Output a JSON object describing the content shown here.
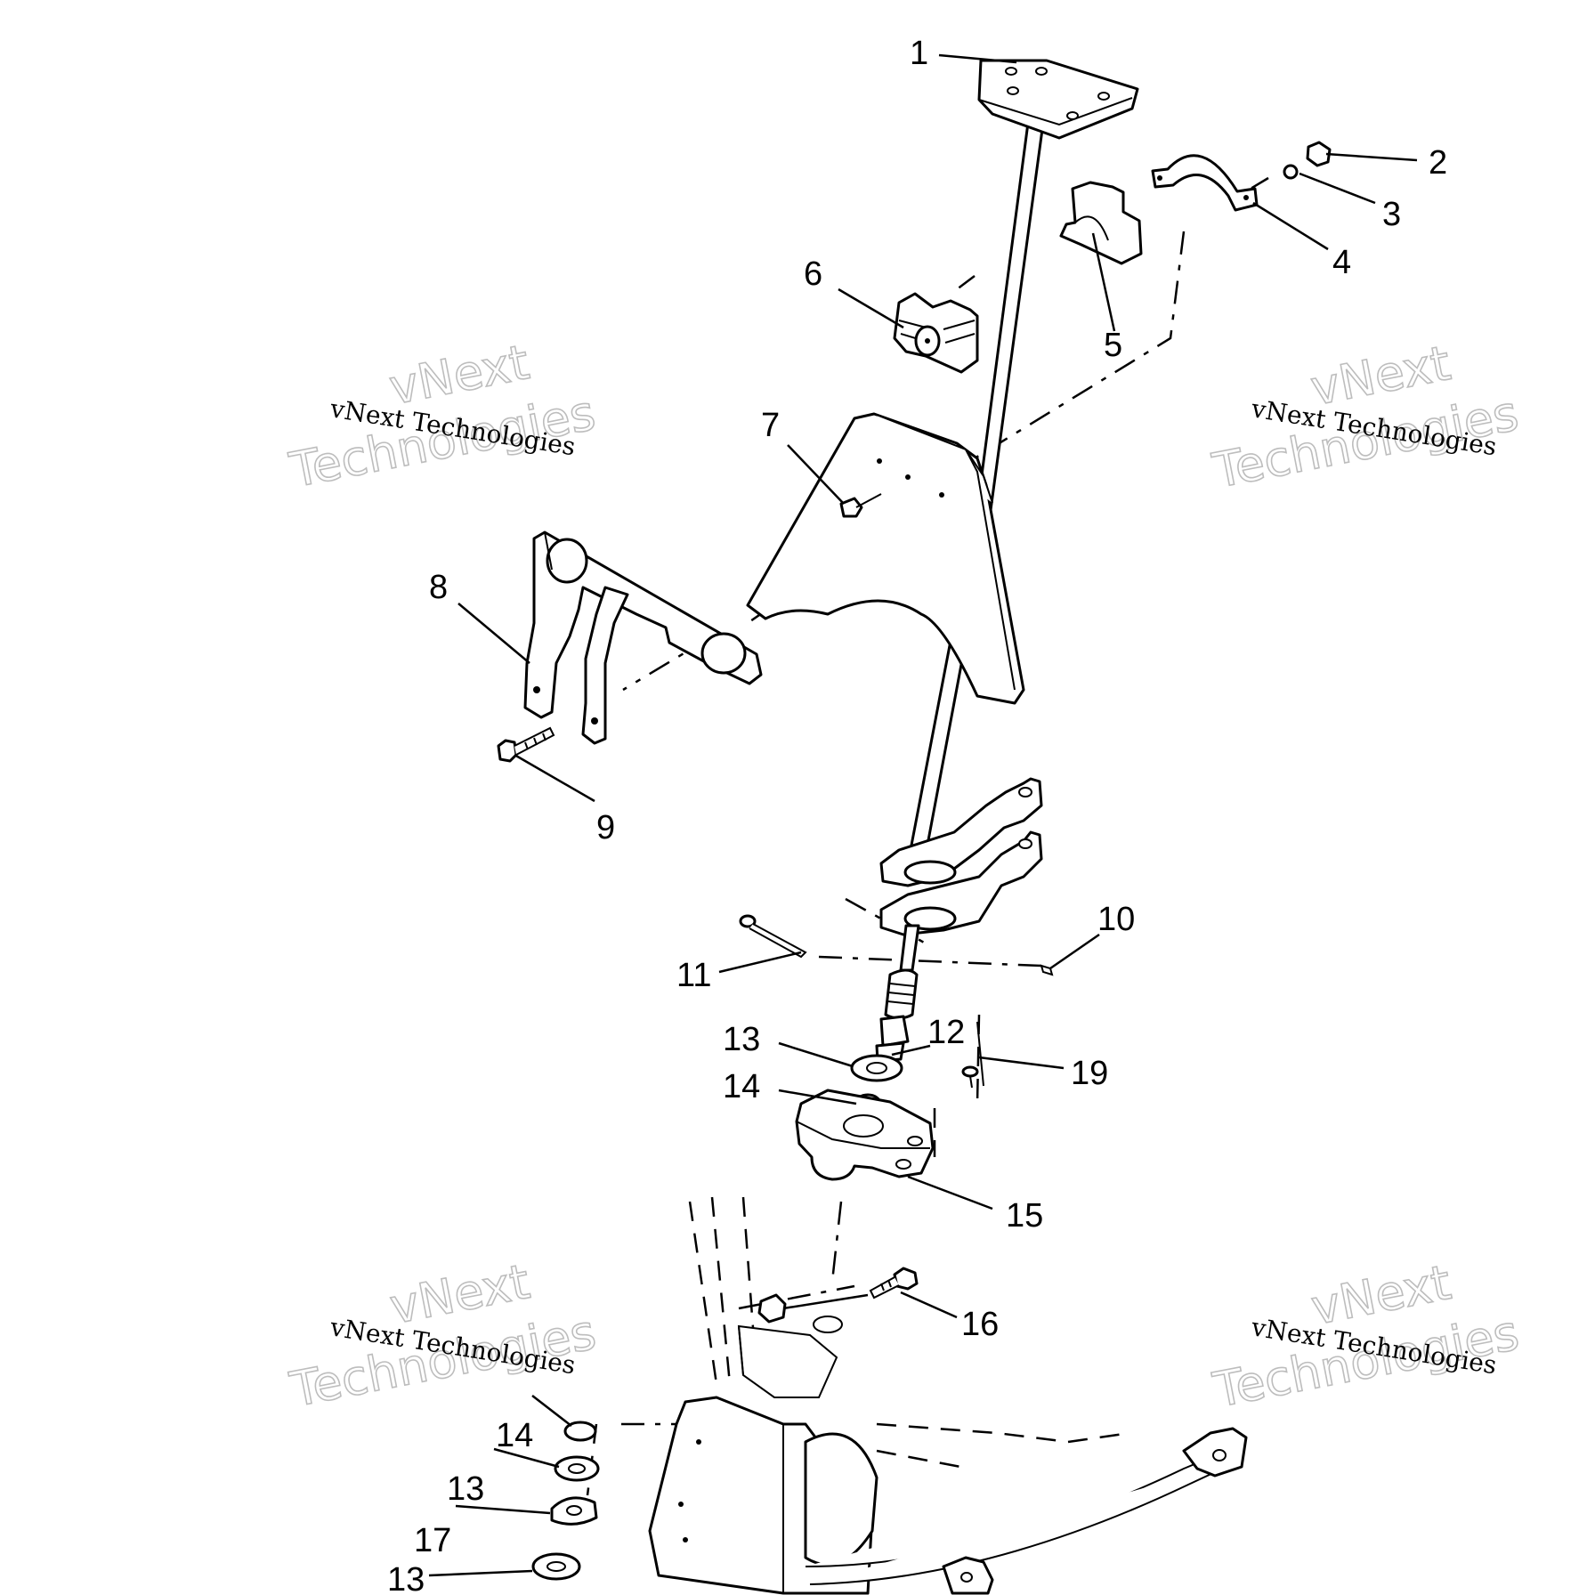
{
  "diagram": {
    "callouts": {
      "c1": "1",
      "c2": "2",
      "c3": "3",
      "c4": "4",
      "c5": "5",
      "c6": "6",
      "c7": "7",
      "c8": "8",
      "c9": "9",
      "c10": "10",
      "c11": "11",
      "c12": "12",
      "c13a": "13",
      "c14a": "14",
      "c15": "15",
      "c16": "16",
      "c19": "19",
      "c14b": "14",
      "c13b": "13",
      "c17": "17",
      "c13c": "13"
    },
    "watermark": {
      "small_text": "vNext Technologies",
      "big_line1": "vNext",
      "big_line2": "Technologies"
    }
  }
}
